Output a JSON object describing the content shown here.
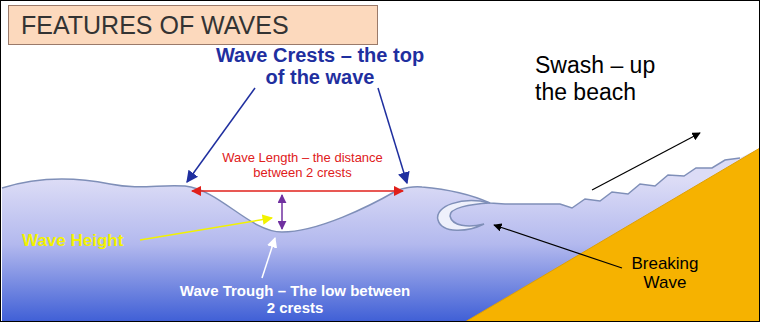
{
  "diagram": {
    "title": "FEATURES OF WAVES",
    "labels": [
      "Wave Crests – the top of the wave",
      "Wave Length – the distance between 2 crests",
      "Wave Height",
      "Wave Trough – The low between 2 crests",
      "Swash – up the beach",
      "Breaking Wave"
    ]
  }
}
